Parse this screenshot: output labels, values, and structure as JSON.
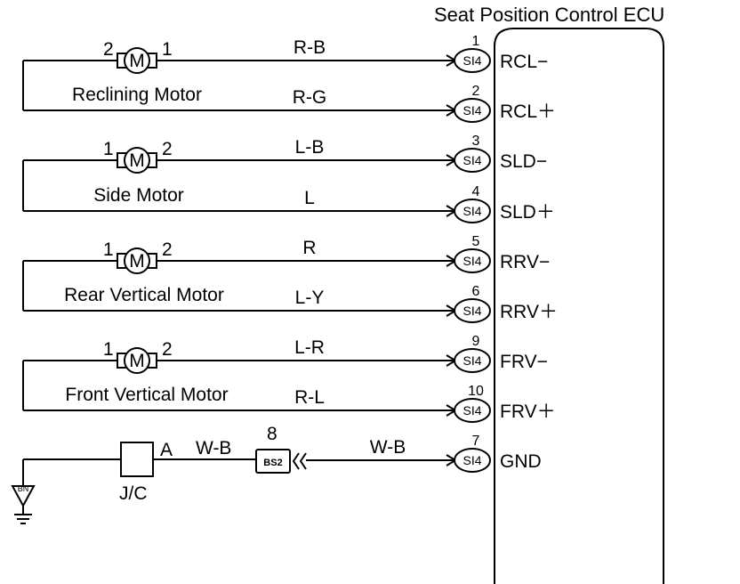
{
  "ecu": {
    "title": "Seat Position Control ECU",
    "pins": [
      {
        "number": "1",
        "connector": "SI4",
        "terminal": "RCL−",
        "wire_color": "R-B"
      },
      {
        "number": "2",
        "connector": "SI4",
        "terminal": "RCL＋",
        "wire_color": "R-G"
      },
      {
        "number": "3",
        "connector": "SI4",
        "terminal": "SLD−",
        "wire_color": "L-B"
      },
      {
        "number": "4",
        "connector": "SI4",
        "terminal": "SLD＋",
        "wire_color": "L"
      },
      {
        "number": "5",
        "connector": "SI4",
        "terminal": "RRV−",
        "wire_color": "R"
      },
      {
        "number": "6",
        "connector": "SI4",
        "terminal": "RRV＋",
        "wire_color": "L-Y"
      },
      {
        "number": "9",
        "connector": "SI4",
        "terminal": "FRV−",
        "wire_color": "L-R"
      },
      {
        "number": "10",
        "connector": "SI4",
        "terminal": "FRV＋",
        "wire_color": "R-L"
      },
      {
        "number": "7",
        "connector": "SI4",
        "terminal": "GND",
        "wire_color": "W-B"
      }
    ]
  },
  "motors": [
    {
      "label": "Reclining Motor",
      "symbol": "M",
      "left_pin": "2",
      "right_pin": "1"
    },
    {
      "label": "Side Motor",
      "symbol": "M",
      "left_pin": "1",
      "right_pin": "2"
    },
    {
      "label": "Rear Vertical Motor",
      "symbol": "M",
      "left_pin": "1",
      "right_pin": "2"
    },
    {
      "label": "Front Vertical Motor",
      "symbol": "M",
      "left_pin": "1",
      "right_pin": "2"
    }
  ],
  "ground_circuit": {
    "junction_label": "J/C",
    "junction_terminal": "A",
    "wire_color_left": "W-B",
    "connector_number": "8",
    "connector_code": "BS2",
    "ground_point": "BN"
  }
}
